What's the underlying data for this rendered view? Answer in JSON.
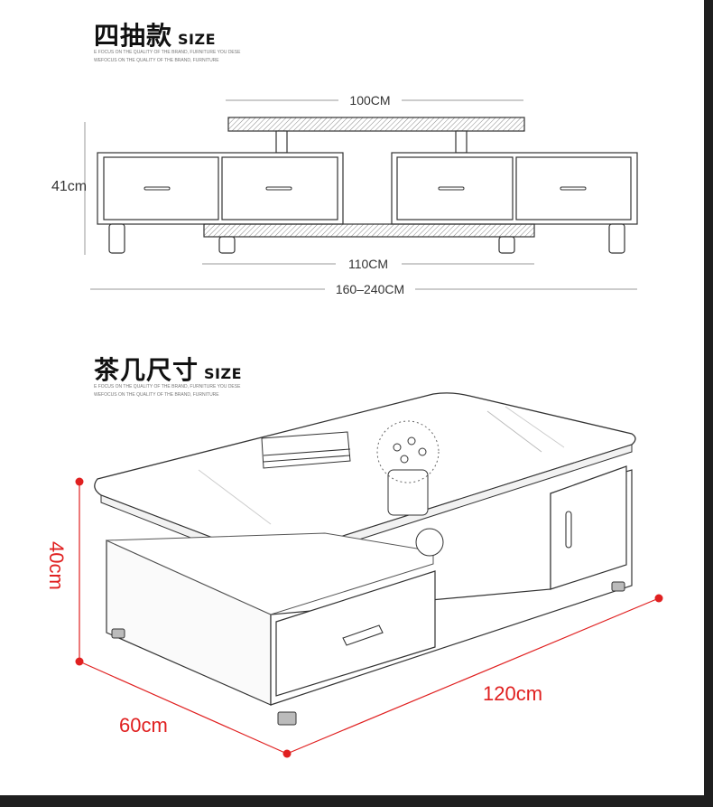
{
  "section1": {
    "title": "四抽款",
    "size_tag": "SIZE",
    "sub_line1": "E FOCUS ON THE QUALITY OF THE BRAND, FURNITURE YOU DESE",
    "sub_line2": "WEFOCUS ON THE QUALITY OF THE BRAND, FURNITURE",
    "dim_top": "100CM",
    "dim_height": "41cm",
    "dim_bottom": "110CM",
    "dim_total": "160–240CM"
  },
  "section2": {
    "title": "茶几尺寸",
    "size_tag": "SIZE",
    "sub_line1": "E FOCUS ON THE QUALITY OF THE BRAND, FURNITURE YOU DESE",
    "sub_line2": "WEFOCUS ON THE QUALITY OF THE BRAND, FURNITURE",
    "dim_height": "40cm",
    "dim_length": "120cm",
    "dim_depth": "60cm"
  },
  "colors": {
    "frame": "#1f1f1f",
    "background": "#ffffff",
    "line": "#333333",
    "dimension_red": "#e02020"
  }
}
